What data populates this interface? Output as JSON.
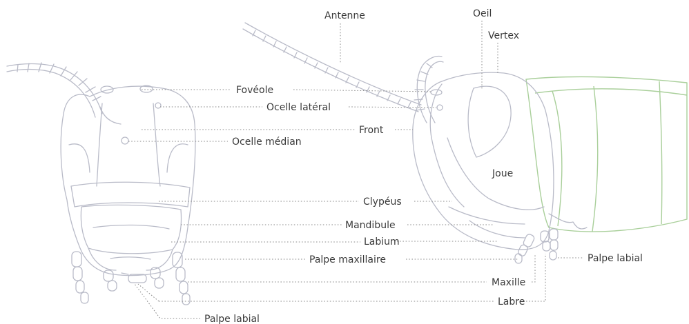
{
  "labels": {
    "antenne": "Antenne",
    "oeil": "Oeil",
    "vertex": "Vertex",
    "foveole": "Fovéole",
    "ocelle_lateral": "Ocelle latéral",
    "front": "Front",
    "ocelle_median": "Ocelle médian",
    "joue": "Joue",
    "clypeus": "Clypéus",
    "mandibule": "Mandibule",
    "labium": "Labium",
    "palpe_maxillaire": "Palpe maxillaire",
    "palpe_labial_right": "Palpe labial",
    "maxille": "Maxille",
    "labre": "Labre",
    "palpe_labial_bottom": "Palpe labial"
  },
  "colors": {
    "outline": "#b9bbc8",
    "thorax": "#a9cf9a",
    "label_text": "#3a3a3a",
    "leader_line": "#8a8a8a"
  }
}
